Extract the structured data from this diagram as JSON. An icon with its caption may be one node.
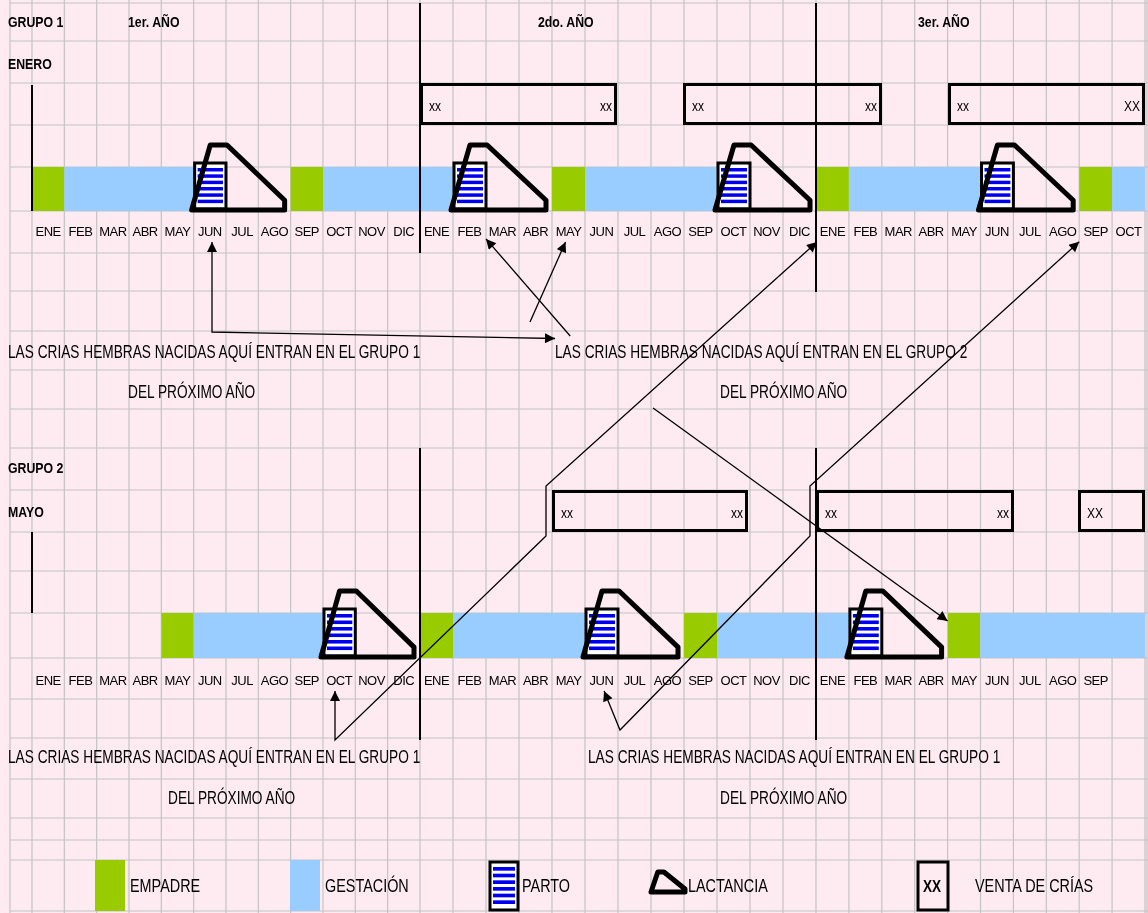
{
  "diagram": {
    "nodes": [
      {
        "text": [
          "xx",
          "xx"
        ]
      },
      {
        "text": [
          "xx",
          "xx"
        ]
      },
      {
        "text": [
          "xx",
          "XX"
        ]
      },
      {
        "text": [
          "xx",
          "xx"
        ]
      },
      {
        "text": [
          "xx",
          "xx"
        ]
      },
      {
        "text": [
          "XX"
        ]
      },
      {
        "text": [
          "JUN"
        ]
      },
      {
        "text": [
          "FEB"
        ]
      },
      {
        "text": [
          "MAY"
        ]
      },
      {
        "text": [
          "ENE"
        ]
      },
      {
        "text": [
          "SEP"
        ]
      },
      {
        "text": [
          "LAS CRIAS HEMBRAS NACIDAS AQUÍ ENTRAN EN EL GRUPO 2",
          "DEL PRÓXIMO AÑO"
        ]
      },
      {
        "text": [
          "OCT"
        ]
      },
      {
        "text": [
          "JUN"
        ]
      },
      {
        "text": [],
        "shape": "bar"
      }
    ],
    "edges": [
      {
        "from": 6,
        "to": 11,
        "arrow": "both"
      },
      {
        "from": 11,
        "to": 7,
        "arrow": "to"
      },
      {
        "from": null,
        "to": 8,
        "arrow": "to"
      },
      {
        "from": 12,
        "to": 9,
        "arrow": "both"
      },
      {
        "from": 13,
        "to": 10,
        "arrow": "both"
      },
      {
        "from": 11,
        "to": 14,
        "arrow": "to"
      }
    ],
    "labels": [
      "GRUPO 1",
      "1er. AÑO",
      "2do. AÑO",
      "3er. AÑO",
      "ENERO",
      "ENE",
      "FEB",
      "MAR",
      "ABR",
      "MAY",
      "JUL",
      "AGO",
      "SEP",
      "OCT",
      "NOV",
      "DIC",
      "ENE",
      "MAR",
      "ABR",
      "JUN",
      "JUL",
      "AGO",
      "SEP",
      "OCT",
      "NOV",
      "DIC",
      "FEB",
      "MAR",
      "ABR",
      "MAY",
      "JUN",
      "JUL",
      "AGO",
      "OCT",
      "LAS CRIAS HEMBRAS NACIDAS AQUÍ ENTRAN EN EL GRUPO 1",
      "DEL PRÓXIMO AÑO",
      "GRUPO 2",
      "MAYO",
      "ENE",
      "FEB",
      "MAR",
      "ABR",
      "MAY",
      "JUN",
      "JUL",
      "AGO",
      "SEP",
      "NOV",
      "DIC",
      "ENE",
      "FEB",
      "MAR",
      "ABR",
      "MAY",
      "JUL",
      "AGO",
      "SEP",
      "OCT",
      "NOV",
      "DIC",
      "ENE",
      "FEB",
      "MAR",
      "ABR",
      "MAY",
      "JUN",
      "JUL",
      "AGO",
      "SEP",
      "LAS CRIAS HEMBRAS NACIDAS AQUÍ ENTRAN EN EL GRUPO 1",
      "DEL PRÓXIMO AÑO",
      "LAS CRIAS HEMBRAS NACIDAS AQUÍ ENTRAN EN EL GRUPO 1",
      "DEL PRÓXIMO AÑO",
      "XX"
    ],
    "legend": [
      {
        "text": "EMPADRE",
        "color": "#99cc00"
      },
      {
        "text": "GESTACIÓN",
        "color": "#99ccff"
      },
      {
        "text": "PARTO"
      },
      {
        "text": "LACTANCIA"
      },
      {
        "text": "VENTA DE CRÍAS"
      }
    ]
  }
}
